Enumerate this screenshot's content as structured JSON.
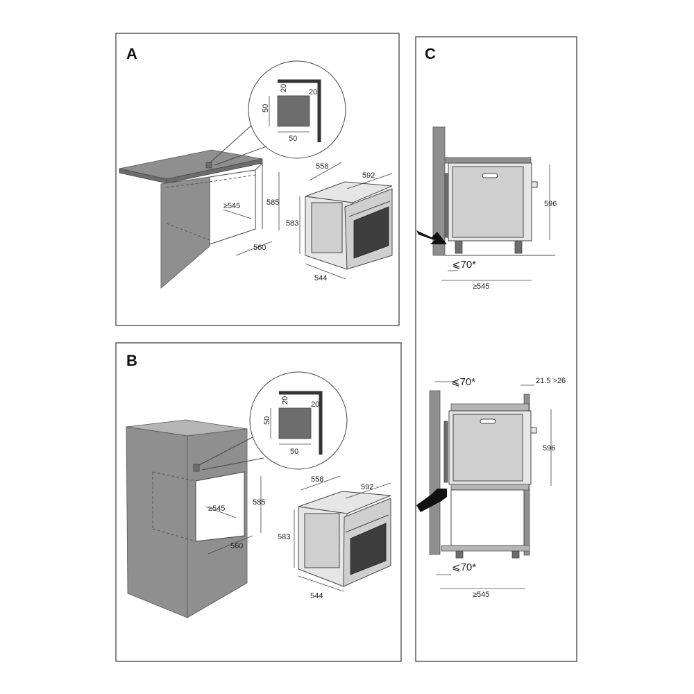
{
  "panels": {
    "a": {
      "letter": "A",
      "detail": {
        "d1": "20",
        "d2": "20",
        "d3": "50",
        "d4": "50"
      },
      "niche": {
        "width": "≥545",
        "height": "585",
        "depth": "560"
      },
      "oven": {
        "depth": "558",
        "width": "592",
        "height": "583",
        "base": "544"
      }
    },
    "b": {
      "letter": "B",
      "detail": {
        "d1": "20",
        "d2": "20",
        "d3": "50",
        "d4": "50"
      },
      "niche": {
        "width": "≥545",
        "height": "585",
        "depth": "560"
      },
      "oven": {
        "depth": "558",
        "width": "592",
        "height": "583",
        "base": "544"
      }
    },
    "c": {
      "letter": "C",
      "top": {
        "gap": "⩽70*",
        "width": "≥545",
        "height": "596"
      },
      "bottom": {
        "gap_top": "⩽70*",
        "offset": "21.5 >26",
        "height": "596",
        "gap": "⩽70*",
        "width": "≥545"
      }
    }
  }
}
